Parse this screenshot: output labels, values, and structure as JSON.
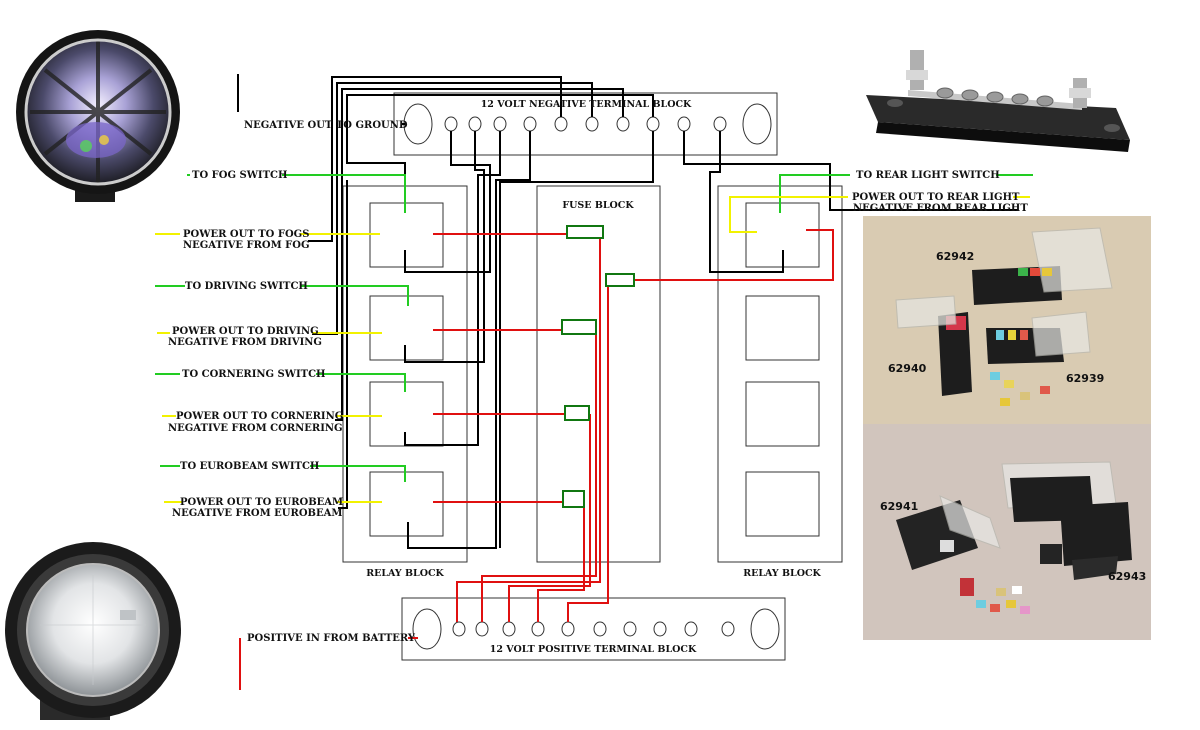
{
  "colors": {
    "wire_negative": "#000000",
    "wire_positive": "#e01010",
    "wire_switch": "#22cc22",
    "wire_power_out": "#f2f200",
    "fuse_outline": "#117711"
  },
  "terminal_blocks": {
    "negative": "12 VOLT NEGATIVE TERMINAL BLOCK",
    "positive": "12 VOLT POSITIVE TERMINAL BLOCK"
  },
  "blocks": {
    "relay_left": "RELAY BLOCK",
    "fuse": "FUSE BLOCK",
    "relay_right": "RELAY BLOCK"
  },
  "labels": {
    "negative_out": "NEGATIVE OUT TO GROUND",
    "to_fog_switch": "TO FOG SWITCH",
    "power_out_fogs": "POWER OUT TO FOGS",
    "negative_from_fog": "NEGATIVE FROM FOG",
    "to_driving_switch": "TO DRIVING SWITCH",
    "power_out_driving": "POWER OUT TO DRIVING",
    "negative_from_driving": "NEGATIVE FROM DRIVING",
    "to_cornering_switch": "TO CORNERING SWITCH",
    "power_out_cornering": "POWER OUT TO CORNERING",
    "negative_from_cornering": "NEGATIVE FROM CORNERING",
    "to_eurobeam_switch": "TO EUROBEAM SWITCH",
    "power_out_eurobeam": "POWER OUT TO EUROBEAM",
    "negative_from_eurobeam": "NEGATIVE FROM EUROBEAM",
    "to_rear_light_switch": "TO REAR LIGHT SWITCH",
    "power_out_rear": "POWER OUT TO REAR LIGHT",
    "negative_from_rear": "NEGATIVE FROM REAR LIGHT",
    "positive_in": "POSITIVE IN FROM BATTERY"
  },
  "part_numbers": {
    "p62942": "62942",
    "p62940": "62940",
    "p62939": "62939",
    "p62941": "62941",
    "p62943": "62943"
  },
  "images": {
    "fog_light": "fog-light-photo",
    "driving_light": "round-driving-light-photo",
    "bus_bar": "terminal-bus-bar-photo",
    "fuse_kits_top": "fuse-block-kits-photo",
    "fuse_kits_bottom": "relay-fuse-kits-photo"
  }
}
